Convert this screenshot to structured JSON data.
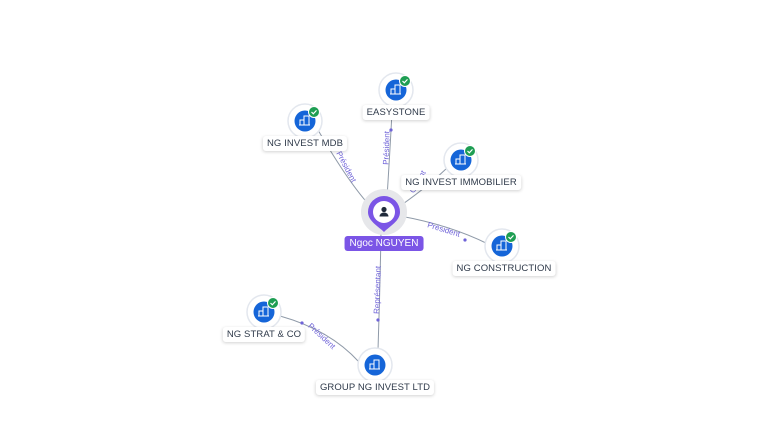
{
  "colors": {
    "company": "#1565d8",
    "verified": "#1e9e53",
    "person": "#7b55e6",
    "edge": "#8f9aa8",
    "edge_label": "#6f63d8"
  },
  "person": {
    "name": "Ngoc NGUYEN",
    "icon": "person-icon"
  },
  "companies": [
    {
      "id": "easystone",
      "name": "EASYSTONE",
      "verified": true,
      "icon": "building-icon"
    },
    {
      "id": "ng-invest-mdb",
      "name": "NG INVEST MDB",
      "verified": true,
      "icon": "building-icon"
    },
    {
      "id": "ng-invest-immobilier",
      "name": "NG INVEST IMMOBILIER",
      "verified": true,
      "icon": "building-icon"
    },
    {
      "id": "ng-construction",
      "name": "NG CONSTRUCTION",
      "verified": true,
      "icon": "building-icon"
    },
    {
      "id": "ng-strat-co",
      "name": "NG STRAT & CO",
      "verified": true,
      "icon": "building-icon"
    },
    {
      "id": "group-ng-invest-ltd",
      "name": "GROUP NG INVEST LTD",
      "verified": false,
      "icon": "building-icon"
    }
  ],
  "edges": [
    {
      "from": "person",
      "to": "easystone",
      "label": "Président"
    },
    {
      "from": "person",
      "to": "ng-invest-mdb",
      "label": "Président"
    },
    {
      "from": "person",
      "to": "ng-invest-immobilier",
      "label": "Gérant"
    },
    {
      "from": "person",
      "to": "ng-construction",
      "label": "Président"
    },
    {
      "from": "person",
      "to": "group-ng-invest-ltd",
      "label": "Représentant"
    },
    {
      "from": "group-ng-invest-ltd",
      "to": "ng-strat-co",
      "label": "Président"
    }
  ]
}
